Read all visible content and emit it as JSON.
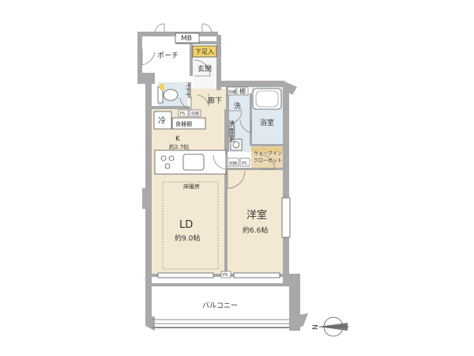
{
  "rooms": {
    "mb": "MB",
    "porch": "ポーチ",
    "shoe_cabinet": "下足入",
    "entrance": "玄関",
    "corridor": "廊下",
    "toilet": "トイレ",
    "washroom_char": "洗",
    "washroom": "洗面室",
    "bathroom": "浴室",
    "fridge": "冷",
    "cupboard": "食器棚",
    "kitchen": "K",
    "kitchen_size": "約2.7帖",
    "floor_heating": "床暖房",
    "ld": "LD",
    "ld_size": "約9.0帖",
    "western": "洋室",
    "western_size": "約6.6帖",
    "walk_in_closet": "ウォークイン\nクローゼット",
    "balcony": "バルコニー"
  },
  "small_labels": {
    "storage": "収納",
    "shelf": "棚",
    "ps": "PS"
  },
  "compass": {
    "north": "N"
  },
  "colors": {
    "wall": "#a9a9a9",
    "wall_dark": "#8c8c8c",
    "floor_wood": "#f3e8d2",
    "floor_wet": "#dfe9ef",
    "floor_wic": "#ecd9b4",
    "floor_tile": "#ffffff",
    "door_arc": "#888888",
    "accent_yellow": "#f2d36b"
  }
}
